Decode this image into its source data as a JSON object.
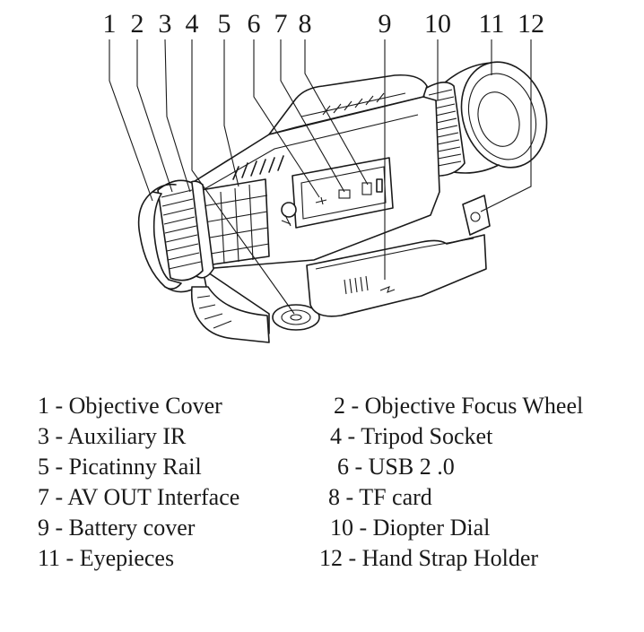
{
  "callouts": [
    "1",
    "2",
    "3",
    "4",
    "5",
    "6",
    "7",
    "8",
    "9",
    "10",
    "11",
    "12"
  ],
  "legend": [
    {
      "left": "1 - Objective Cover",
      "right": "2 - Objective Focus Wheel"
    },
    {
      "left": "3 - Auxiliary IR",
      "right": "4 - Tripod Socket"
    },
    {
      "left": "5 - Picatinny Rail",
      "right": "6 - USB 2 .0"
    },
    {
      "left": "7 - AV OUT Interface",
      "right": "8 - TF card"
    },
    {
      "left": "9 - Battery cover",
      "right": "10 - Diopter Dial"
    },
    {
      "left": "11 - Eyepieces",
      "right": "12 - Hand Strap Holder"
    }
  ]
}
